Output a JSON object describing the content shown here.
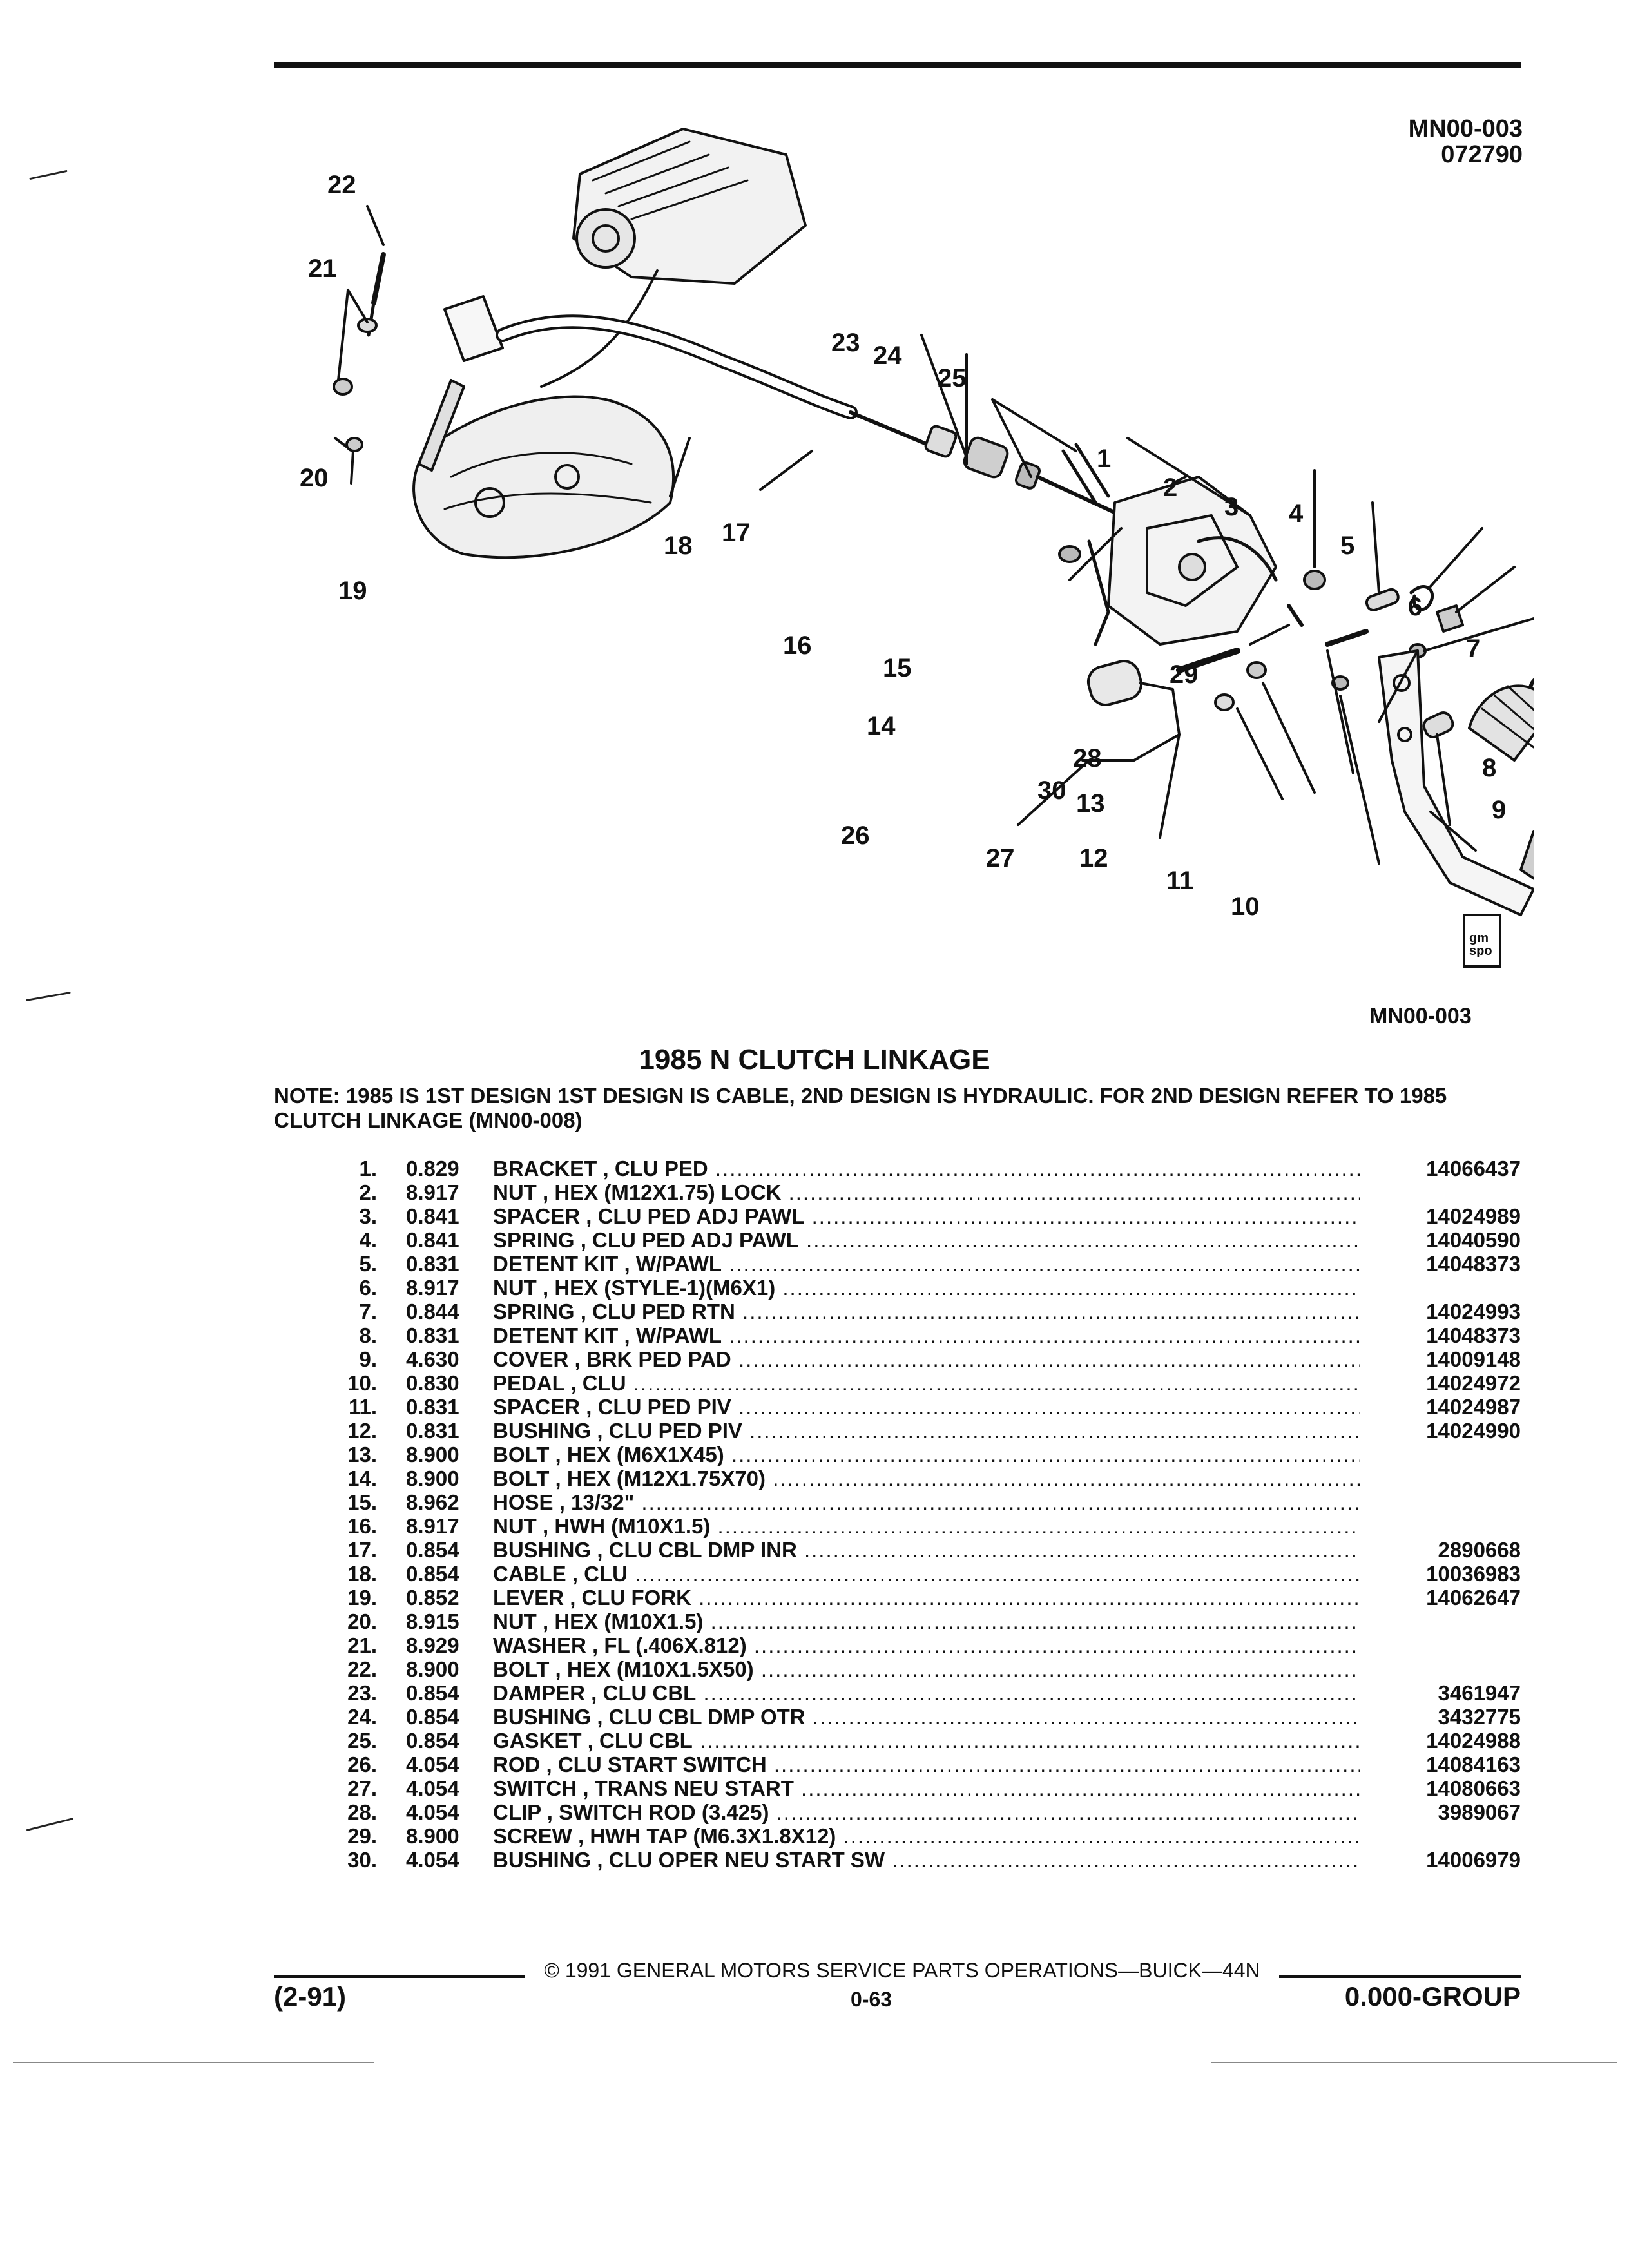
{
  "header": {
    "code": "MN00-003",
    "date": "072790"
  },
  "diagram": {
    "ref": "MN00-003",
    "callouts": [
      "1",
      "2",
      "3",
      "4",
      "5",
      "6",
      "7",
      "8",
      "9",
      "10",
      "11",
      "12",
      "13",
      "14",
      "15",
      "16",
      "17",
      "18",
      "19",
      "20",
      "21",
      "22",
      "23",
      "24",
      "25",
      "26",
      "27",
      "28",
      "29",
      "30"
    ],
    "logo_text": "gm spo"
  },
  "title": "1985 N CLUTCH LINKAGE",
  "note": "NOTE:  1985 IS 1ST DESIGN 1ST DESIGN IS CABLE, 2ND DESIGN IS HYDRAULIC. FOR 2ND DESIGN REFER TO 1985 CLUTCH LINKAGE (MN00-008)",
  "parts": [
    {
      "num": "1.",
      "ref": "0.829",
      "desc": "BRACKET , CLU PED",
      "pn": "14066437"
    },
    {
      "num": "2.",
      "ref": "8.917",
      "desc": "NUT , HEX (M12X1.75) LOCK",
      "pn": ""
    },
    {
      "num": "3.",
      "ref": "0.841",
      "desc": "SPACER , CLU PED ADJ PAWL",
      "pn": "14024989"
    },
    {
      "num": "4.",
      "ref": "0.841",
      "desc": "SPRING , CLU PED ADJ PAWL",
      "pn": "14040590"
    },
    {
      "num": "5.",
      "ref": "0.831",
      "desc": "DETENT KIT , W/PAWL",
      "pn": "14048373"
    },
    {
      "num": "6.",
      "ref": "8.917",
      "desc": "NUT , HEX (STYLE-1)(M6X1)",
      "pn": ""
    },
    {
      "num": "7.",
      "ref": "0.844",
      "desc": "SPRING , CLU PED RTN",
      "pn": "14024993"
    },
    {
      "num": "8.",
      "ref": "0.831",
      "desc": "DETENT KIT , W/PAWL",
      "pn": "14048373"
    },
    {
      "num": "9.",
      "ref": "4.630",
      "desc": "COVER , BRK PED PAD",
      "pn": "14009148"
    },
    {
      "num": "10.",
      "ref": "0.830",
      "desc": "PEDAL , CLU",
      "pn": "14024972"
    },
    {
      "num": "11.",
      "ref": "0.831",
      "desc": "SPACER , CLU PED PIV",
      "pn": "14024987"
    },
    {
      "num": "12.",
      "ref": "0.831",
      "desc": "BUSHING , CLU PED PIV",
      "pn": "14024990"
    },
    {
      "num": "13.",
      "ref": "8.900",
      "desc": "BOLT , HEX (M6X1X45)",
      "pn": ""
    },
    {
      "num": "14.",
      "ref": "8.900",
      "desc": "BOLT , HEX (M12X1.75X70)",
      "pn": ""
    },
    {
      "num": "15.",
      "ref": "8.962",
      "desc": "HOSE , 13/32\"",
      "pn": ""
    },
    {
      "num": "16.",
      "ref": "8.917",
      "desc": "NUT , HWH (M10X1.5)",
      "pn": ""
    },
    {
      "num": "17.",
      "ref": "0.854",
      "desc": "BUSHING , CLU CBL DMP INR",
      "pn": "2890668"
    },
    {
      "num": "18.",
      "ref": "0.854",
      "desc": "CABLE , CLU",
      "pn": "10036983"
    },
    {
      "num": "19.",
      "ref": "0.852",
      "desc": "LEVER , CLU FORK",
      "pn": "14062647"
    },
    {
      "num": "20.",
      "ref": "8.915",
      "desc": "NUT , HEX (M10X1.5)",
      "pn": ""
    },
    {
      "num": "21.",
      "ref": "8.929",
      "desc": "WASHER , FL (.406X.812)",
      "pn": ""
    },
    {
      "num": "22.",
      "ref": "8.900",
      "desc": "BOLT , HEX (M10X1.5X50)",
      "pn": ""
    },
    {
      "num": "23.",
      "ref": "0.854",
      "desc": "DAMPER , CLU CBL",
      "pn": "3461947"
    },
    {
      "num": "24.",
      "ref": "0.854",
      "desc": "BUSHING , CLU CBL DMP OTR",
      "pn": "3432775"
    },
    {
      "num": "25.",
      "ref": "0.854",
      "desc": "GASKET , CLU CBL",
      "pn": "14024988"
    },
    {
      "num": "26.",
      "ref": "4.054",
      "desc": "ROD , CLU START SWITCH",
      "pn": "14084163"
    },
    {
      "num": "27.",
      "ref": "4.054",
      "desc": "SWITCH , TRANS NEU START",
      "pn": "14080663"
    },
    {
      "num": "28.",
      "ref": "4.054",
      "desc": "CLIP , SWITCH ROD (3.425)",
      "pn": "3989067"
    },
    {
      "num": "29.",
      "ref": "8.900",
      "desc": "SCREW , HWH TAP (M6.3X1.8X12)",
      "pn": ""
    },
    {
      "num": "30.",
      "ref": "4.054",
      "desc": "BUSHING , CLU OPER NEU START SW",
      "pn": "14006979"
    }
  ],
  "footer": {
    "copyright": "© 1991 GENERAL MOTORS SERVICE PARTS OPERATIONS—BUICK—44N",
    "left": "(2-91)",
    "page": "0-63",
    "right": "0.000-GROUP"
  }
}
